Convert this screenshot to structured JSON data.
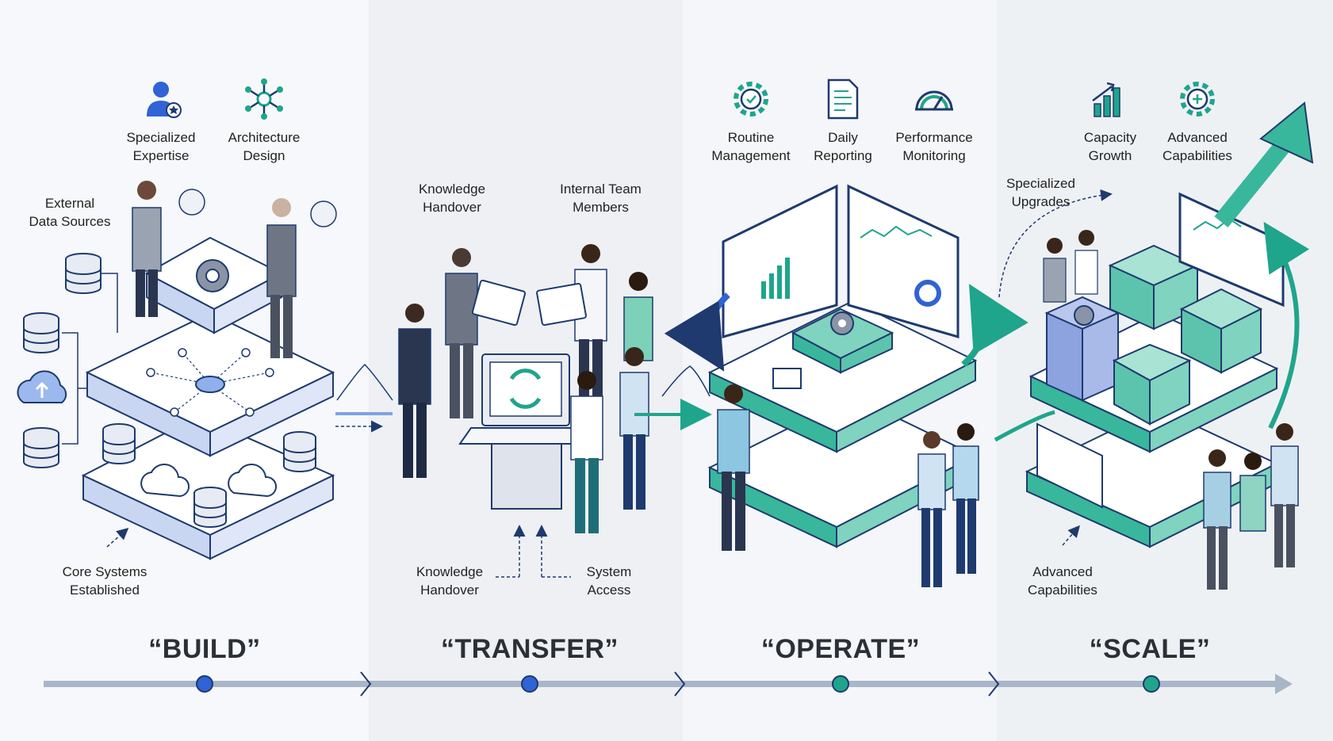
{
  "phases": [
    {
      "title": "“BUILD”",
      "color": "#2f63d6"
    },
    {
      "title": "“TRANSFER”",
      "color": "#2f63d6"
    },
    {
      "title": "“OPERATE”",
      "color": "#1fa58c"
    },
    {
      "title": "“SCALE”",
      "color": "#1fa58c"
    }
  ],
  "build": {
    "icons": [
      {
        "icon": "expert-user-icon",
        "label": "Specialized\nExpertise"
      },
      {
        "icon": "network-nodes-icon",
        "label": "Architecture\nDesign"
      }
    ],
    "external_sources": "External\nData Sources",
    "core_systems": "Core Systems\nEstablished"
  },
  "transfer": {
    "top_left": "Knowledge\nHandover",
    "top_right": "Internal Team\nMembers",
    "bottom_left": "Knowledge\nHandover",
    "bottom_right": "System\nAccess"
  },
  "operate": {
    "icons": [
      {
        "icon": "gear-icon",
        "label": "Routine\nManagement"
      },
      {
        "icon": "report-document-icon",
        "label": "Daily\nReporting"
      },
      {
        "icon": "gauge-icon",
        "label": "Performance\nMonitoring"
      }
    ]
  },
  "scale": {
    "icons": [
      {
        "icon": "bar-growth-icon",
        "label": "Capacity\nGrowth"
      },
      {
        "icon": "advanced-gear-icon",
        "label": "Advanced\nCapabilities"
      }
    ],
    "specialized_upgrades": "Specialized\nUpgrades",
    "advanced_capabilities": "Advanced\nCapabilities"
  },
  "colors": {
    "blue": "#2f63d6",
    "teal": "#1fa58c",
    "navy": "#1e3a6e",
    "timeline": "#a9b6c9"
  }
}
